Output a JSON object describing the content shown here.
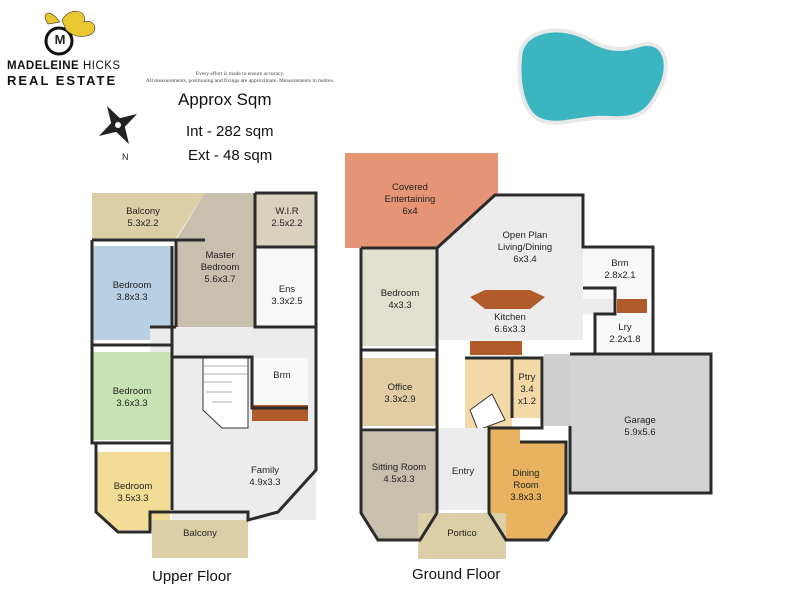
{
  "logo": {
    "brand_line1_bold": "MADELEINE",
    "brand_line1_light": "HICKS",
    "brand_line2": "REAL ESTATE",
    "monogram": "M"
  },
  "disclaimer": {
    "line1": "Every effort is made to ensure accuracy.",
    "line2": "All measurements, positioning and fixings are approximate. Measurements in metres."
  },
  "compass": {
    "north_label": "N"
  },
  "area": {
    "heading": "Approx Sqm",
    "internal": "Int - 282 sqm",
    "external": "Ext - 48 sqm"
  },
  "floors": {
    "upper": "Upper Floor",
    "ground": "Ground Floor"
  },
  "rooms": {
    "upper_balcony_top": {
      "name": "Balcony",
      "size": "5.3x2.2"
    },
    "wir": {
      "name": "W.I.R",
      "size": "2.5x2.2"
    },
    "master": {
      "name": "Master",
      "name2": "Bedroom",
      "size": "5.6x3.7"
    },
    "bed1": {
      "name": "Bedroom",
      "size": "3.8x3.3"
    },
    "ens": {
      "name": "Ens",
      "size": "3.3x2.5"
    },
    "upper_brm": {
      "name": "Brm"
    },
    "bed2": {
      "name": "Bedroom",
      "size": "3.6x3.3"
    },
    "bed3": {
      "name": "Bedroom",
      "size": "3.5x3.3"
    },
    "family": {
      "name": "Family",
      "size": "4.9x3.3"
    },
    "upper_balcony_bottom": {
      "name": "Balcony"
    },
    "covered": {
      "name": "Covered",
      "name2": "Entertaining",
      "size": "6x4"
    },
    "openplan": {
      "name": "Open Plan",
      "name2": "Living/Dining",
      "size": "6x3.4"
    },
    "ground_brm": {
      "name": "Brm",
      "size": "2.8x2.1"
    },
    "bed_ground": {
      "name": "Bedroom",
      "size": "4x3.3"
    },
    "kitchen": {
      "name": "Kitchen",
      "size": "6.6x3.3"
    },
    "lry": {
      "name": "Lry",
      "size": "2.2x1.8"
    },
    "office": {
      "name": "Office",
      "size": "3.3x2.9"
    },
    "ptry": {
      "name": "Ptry",
      "size": "3.4",
      "size2": "x1.2"
    },
    "garage": {
      "name": "Garage",
      "size": "5.9x5.6"
    },
    "sitting": {
      "name": "Sitting Room",
      "size": "4.5x3.3"
    },
    "entry": {
      "name": "Entry"
    },
    "dining": {
      "name": "Dining",
      "name2": "Room",
      "size": "3.8x3.3"
    },
    "portico": {
      "name": "Portico"
    }
  },
  "colors": {
    "balcony": "#dccfa8",
    "master": "#c9bfae",
    "bedroom_blue": "#b9cfe3",
    "bedroom_green": "#c8e3b3",
    "bedroom_yellow": "#f2dc96",
    "living": "#ececec",
    "wet": "#f8f8f8",
    "entertaining": "#e59575",
    "dining": "#e8b260",
    "garage": "#d3d3d3",
    "sitting": "#c8c0ad",
    "office": "#e2cca4",
    "ptry": "#f3d8a8",
    "wall": "#2b2b2b",
    "pool": "#3bb6c0",
    "logo_yellow": "#e8c730"
  }
}
